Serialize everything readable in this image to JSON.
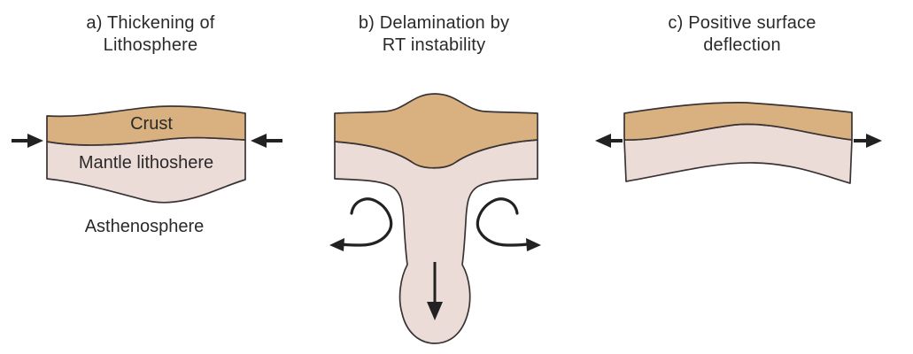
{
  "figure": {
    "background": "#ffffff",
    "colors": {
      "crust": "#d9b180",
      "mantle": "#ecdcd8",
      "outline": "#3a3333",
      "arrow": "#222222",
      "text": "#2a2a2a"
    }
  },
  "panel_a": {
    "title_line1": "a) Thickening of",
    "title_line2": "Lithosphere",
    "crust_label": "Crust",
    "mantle_label": "Mantle lithoshere",
    "asthenosphere_label": "Asthenosphere"
  },
  "panel_b": {
    "title_line1": "b) Delamination by",
    "title_line2": "RT instability"
  },
  "panel_c": {
    "title_line1": "c) Positive surface",
    "title_line2": "deflection"
  }
}
